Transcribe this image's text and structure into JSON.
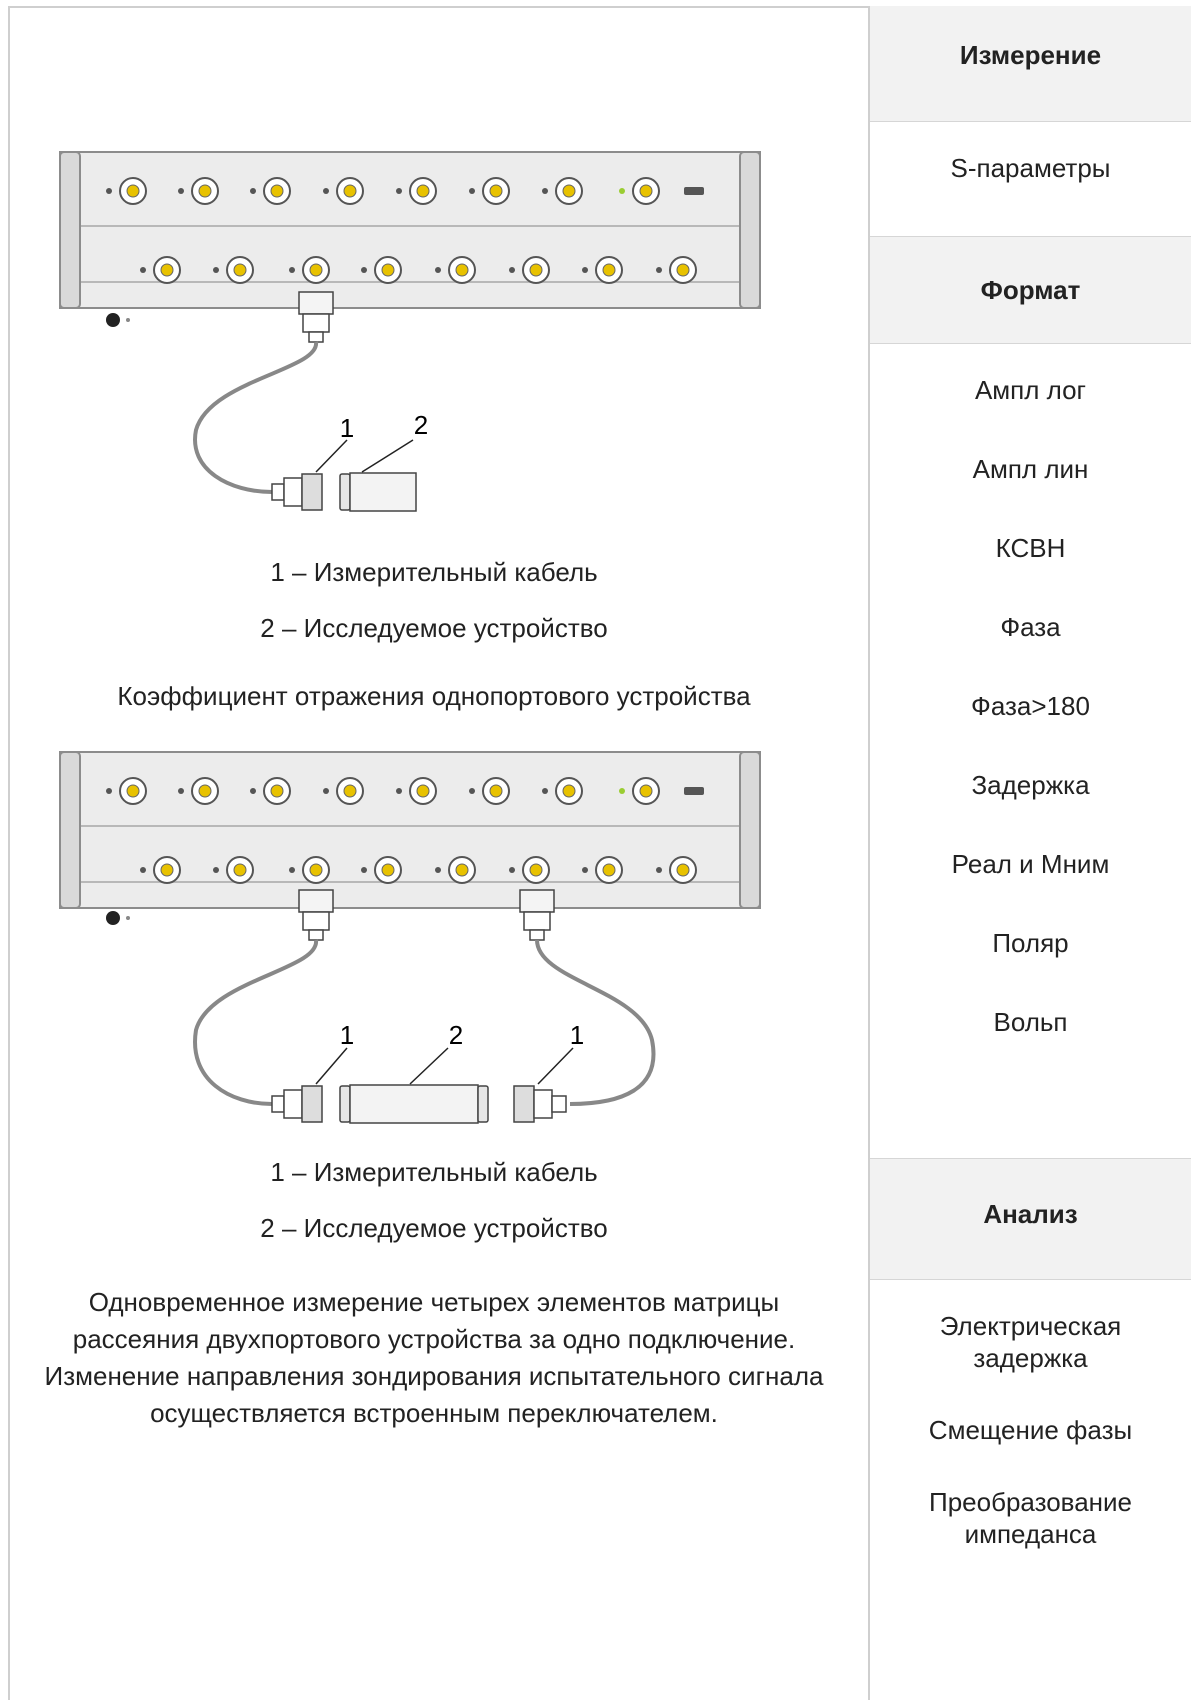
{
  "figure1": {
    "callout_1": "1",
    "callout_2": "2",
    "legend_1": "1 – Измерительный кабель",
    "legend_2": "2 – Исследуемое устройство",
    "title": "Коэффициент отражения однопортового устройства"
  },
  "figure2": {
    "callout_1a": "1",
    "callout_2": "2",
    "callout_1b": "1",
    "legend_1": "1 – Измерительный кабель",
    "legend_2": "2 – Исследуемое устройство",
    "description": "Одновременное измерение четырех элементов матрицы рассеяния двухпортового устройства за одно подключение. Изменение направления зондирования испытательного сигнала осуществляется встроенным переключателем."
  },
  "sidebar": {
    "measurement": {
      "header": "Измерение",
      "items": [
        "S-параметры"
      ]
    },
    "format": {
      "header": "Формат",
      "items": [
        "Ампл лог",
        "Ампл лин",
        "КСВН",
        "Фаза",
        "Фаза>180",
        "Задержка",
        "Реал и Мним",
        "Поляр",
        "Вольп"
      ]
    },
    "analysis": {
      "header": "Анализ",
      "items": [
        "Электрическая задержка",
        "Смещение фазы",
        "Преобразование импеданса"
      ]
    }
  },
  "colors": {
    "port_inner": "#e8c200",
    "led": "#9acd32",
    "panel": "#ebebeb",
    "cable": "#8a8a8a"
  }
}
